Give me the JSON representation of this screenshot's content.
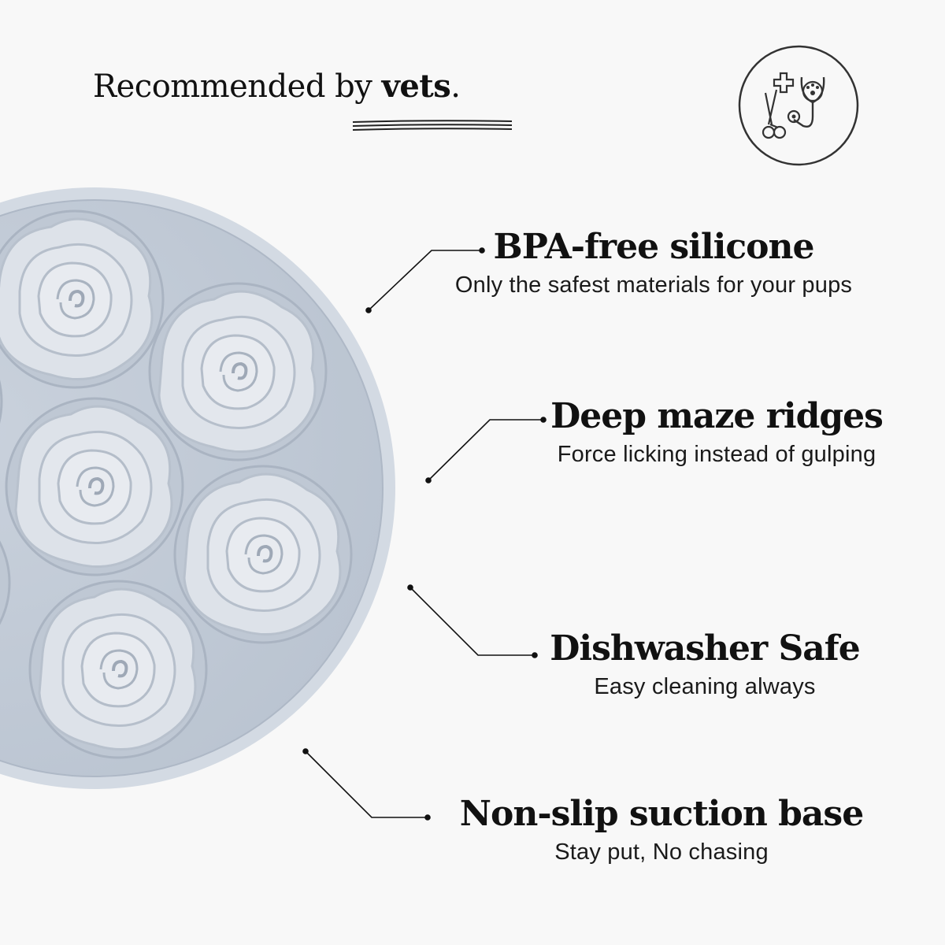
{
  "headline": {
    "text": "Recommended by ",
    "bold": "vets",
    "period": "."
  },
  "badge": {
    "icon": "vet-tools-icon"
  },
  "features": [
    {
      "title": "BPA-free silicone",
      "subtitle": "Only the safest materials for your pups"
    },
    {
      "title": "Deep maze ridges",
      "subtitle": "Force licking instead of gulping"
    },
    {
      "title": "Dishwasher Safe",
      "subtitle": "Easy cleaning always"
    },
    {
      "title": "Non-slip suction base",
      "subtitle": "Stay put, No chasing"
    }
  ],
  "colors": {
    "background": "#f8f8f8",
    "bowl": "#c5cdd9",
    "bowl_rim": "#d6dde6",
    "rose": "#d9dee6",
    "text": "#151515"
  }
}
